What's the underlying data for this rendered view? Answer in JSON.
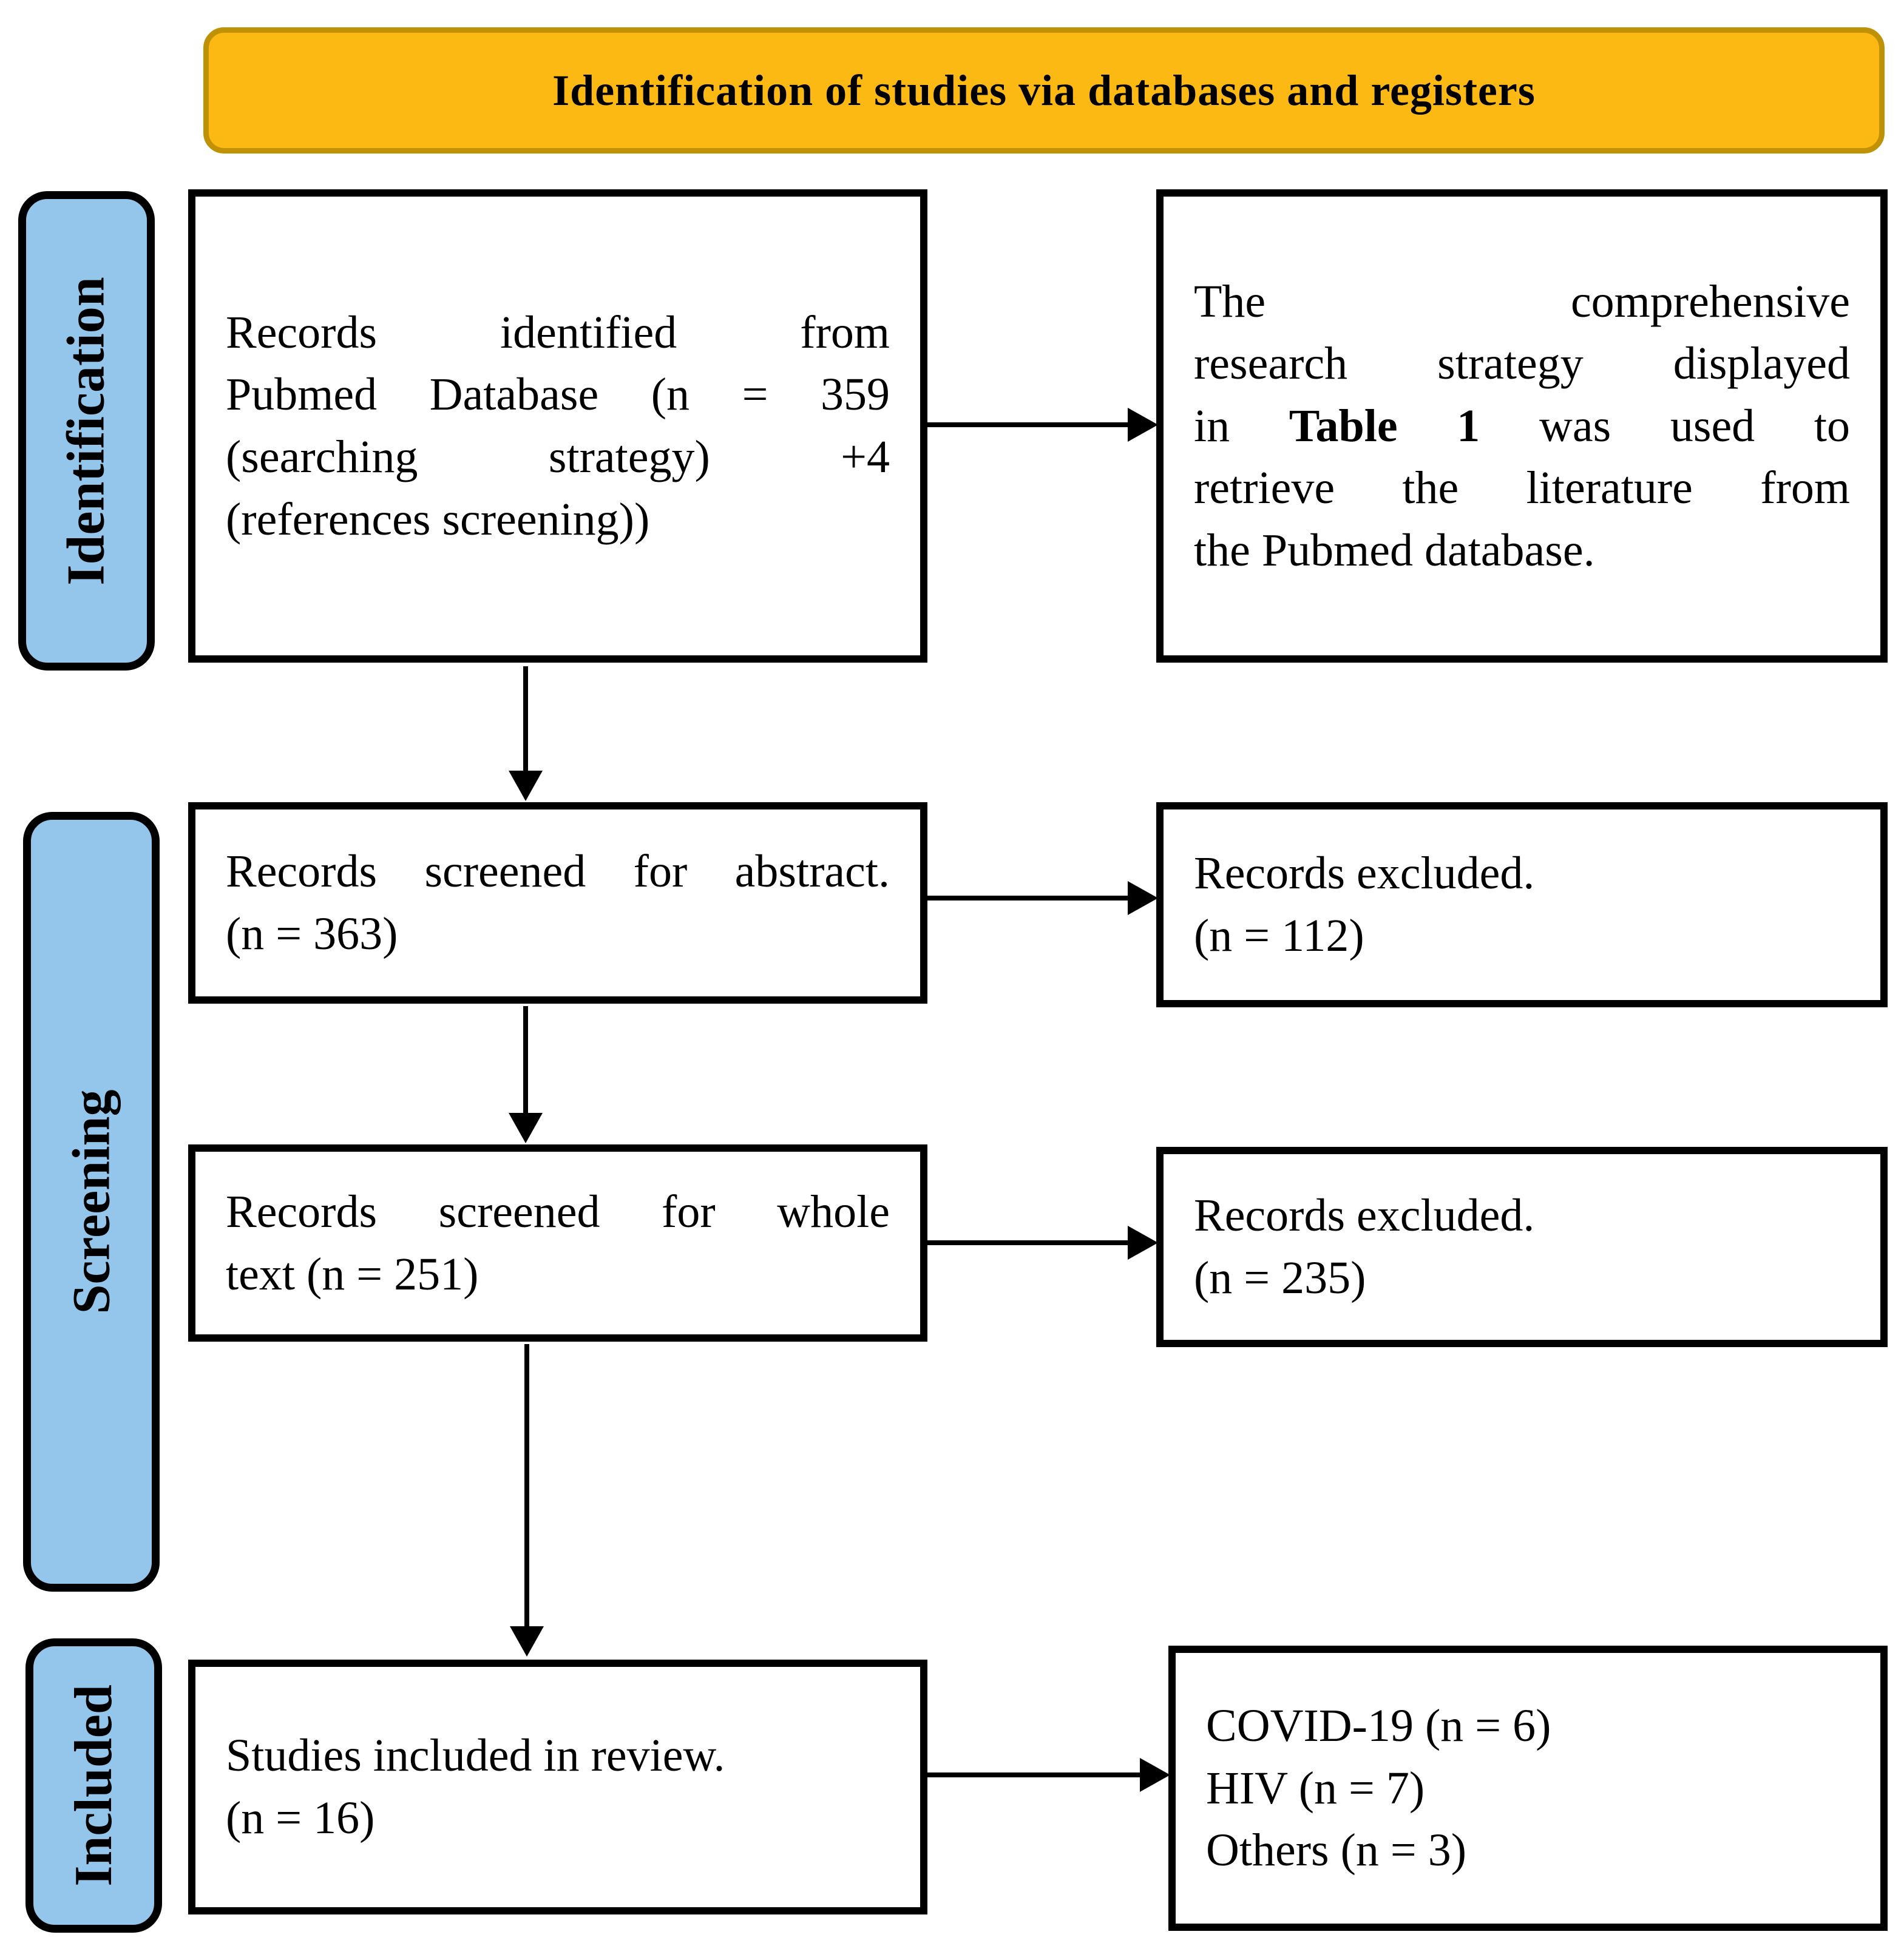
{
  "banner": {
    "label": "Identification of studies via databases and registers"
  },
  "stages": {
    "identification": "Identification",
    "screening": "Screening",
    "included": "Included"
  },
  "boxes": {
    "records_identified": {
      "lines": [
        {
          "text": "Records identified from",
          "justify": true
        },
        {
          "text": "Pubmed Database (n = 359",
          "justify": true
        },
        {
          "text": "(searching strategy) +4",
          "justify": true
        },
        {
          "text": "(references screening))",
          "justify": false
        }
      ]
    },
    "strategy_note": {
      "lines": [
        {
          "text": "The comprehensive",
          "justify": true
        },
        {
          "text": "research strategy displayed",
          "justify": true
        },
        {
          "segments": [
            {
              "text": "in "
            },
            {
              "text": "Table 1",
              "bold": true
            },
            {
              "text": " was used to"
            }
          ],
          "justify": true
        },
        {
          "text": "retrieve the literature from",
          "justify": true
        },
        {
          "text": "the Pubmed database.",
          "justify": false
        }
      ]
    },
    "screened_abstract": {
      "lines": [
        {
          "text": "Records screened for abstract.",
          "justify": true
        },
        {
          "text": "(n = 363)",
          "justify": false
        }
      ]
    },
    "excluded_abstract": {
      "lines": [
        {
          "text": "Records excluded.",
          "justify": false
        },
        {
          "text": "(n = 112)",
          "justify": false
        }
      ]
    },
    "screened_fulltext": {
      "lines": [
        {
          "text": "Records screened for whole",
          "justify": true
        },
        {
          "text": "text (n = 251)",
          "justify": false
        }
      ]
    },
    "excluded_fulltext": {
      "lines": [
        {
          "text": "Records excluded.",
          "justify": false
        },
        {
          "text": "(n = 235)",
          "justify": false
        }
      ]
    },
    "included_studies": {
      "lines": [
        {
          "text": "Studies included in review.",
          "justify": false
        },
        {
          "text": "(n = 16)",
          "justify": false
        }
      ]
    },
    "included_breakdown": {
      "lines": [
        {
          "text": "COVID-19 (n = 6)",
          "justify": false
        },
        {
          "text": "HIV (n = 7)",
          "justify": false
        },
        {
          "text": "Others (n = 3)",
          "justify": false
        }
      ]
    }
  },
  "colors": {
    "banner_fill": "#fcb813",
    "banner_border": "#bf9105",
    "stage_fill": "#93c6ea",
    "box_border": "#000000",
    "arrow": "#000000",
    "page_bg": "#ffffff"
  }
}
